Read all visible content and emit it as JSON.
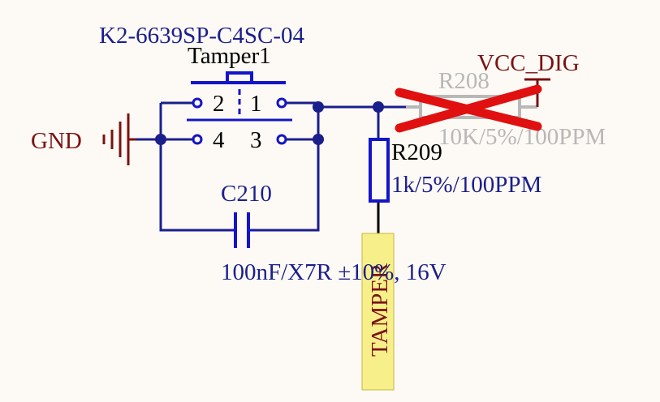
{
  "tamper_switch": {
    "part_number": "K2-6639SP-C4SC-04",
    "designator": "Tamper1",
    "pin_labels": [
      "2",
      "1",
      "4",
      "3"
    ]
  },
  "capacitor": {
    "designator": "C210",
    "value": "100nF/X7R ±10%, 16V"
  },
  "resistor_r209": {
    "designator": "R209",
    "value": "1k/5%/100PPM"
  },
  "resistor_r208": {
    "designator": "R208",
    "value": "10K/5%/100PPM",
    "not_fitted": true
  },
  "nets": {
    "gnd": "GND",
    "vcc": "VCC_DIG",
    "tamper": "TAMPER"
  },
  "colors": {
    "wire": "#1a1f8c",
    "component": "#1414c8",
    "power": "#7a1212",
    "dnp_cross": "#e01010",
    "net_label_fill": "#f7f08a",
    "background": "#fdfaf5"
  }
}
